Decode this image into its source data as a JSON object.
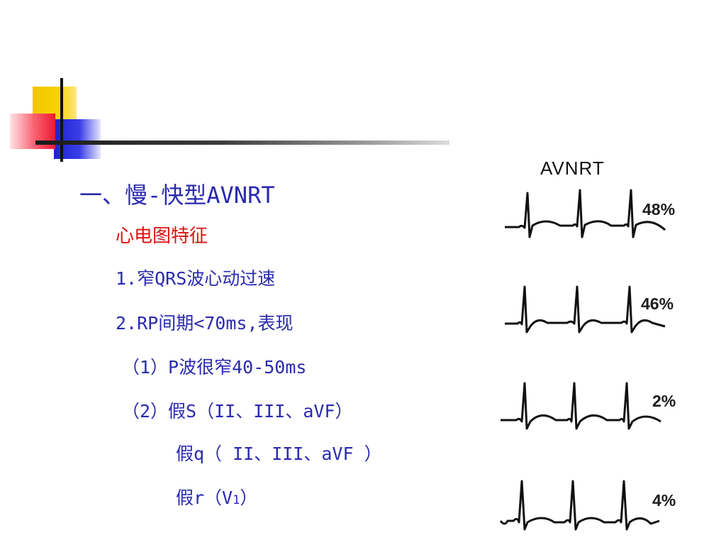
{
  "slide": {
    "title": "一、慢-快型AVNRT",
    "subtitle": "心电图特征",
    "lines": [
      "1.窄QRS波心动过速",
      "2.RP间期<70ms,表现",
      "（1）P波很窄40-50ms",
      "（2）假S（II、III、aVF）",
      "假q（ II、III、aVF ）"
    ],
    "last_line_prefix": "假r（V",
    "last_line_sub": "1",
    "last_line_suffix": "）"
  },
  "ecg_panel": {
    "title": "AVNRT",
    "percentages": [
      "48%",
      "46%",
      "2%",
      "4%"
    ]
  },
  "colors": {
    "title": "#2a2ab0",
    "subtitle": "#e01010",
    "ecg_trace": "#111111"
  }
}
